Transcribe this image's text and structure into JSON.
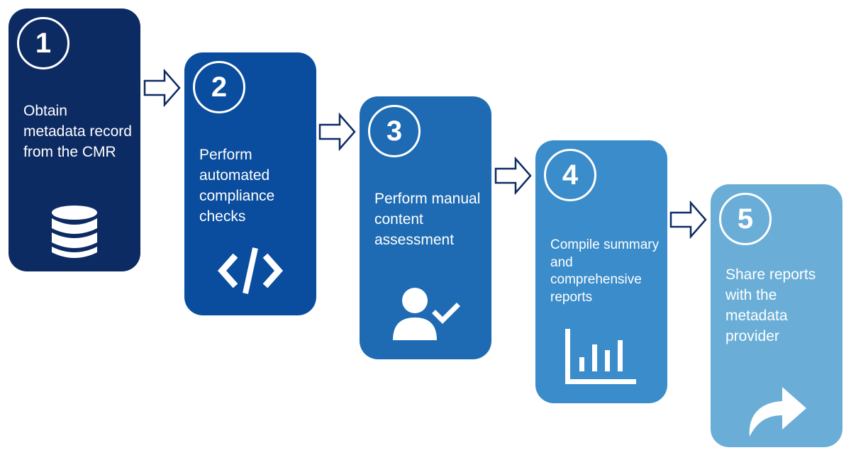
{
  "steps": [
    {
      "number": "1",
      "text": "Obtain metadata record from the CMR",
      "icon": "database-icon",
      "color": "#0d2b63"
    },
    {
      "number": "2",
      "text": "Perform automated compliance checks",
      "icon": "code-icon",
      "color": "#0a4c9d"
    },
    {
      "number": "3",
      "text": "Perform manual content assessment",
      "icon": "user-check-icon",
      "color": "#1e6bb3"
    },
    {
      "number": "4",
      "text": "Compile summary and comprehensive reports",
      "icon": "bar-chart-icon",
      "color": "#3b8ccb"
    },
    {
      "number": "5",
      "text": "Share reports with the metadata provider",
      "icon": "share-arrow-icon",
      "color": "#6aaed8"
    }
  ],
  "arrow_color": "#0d2b63"
}
